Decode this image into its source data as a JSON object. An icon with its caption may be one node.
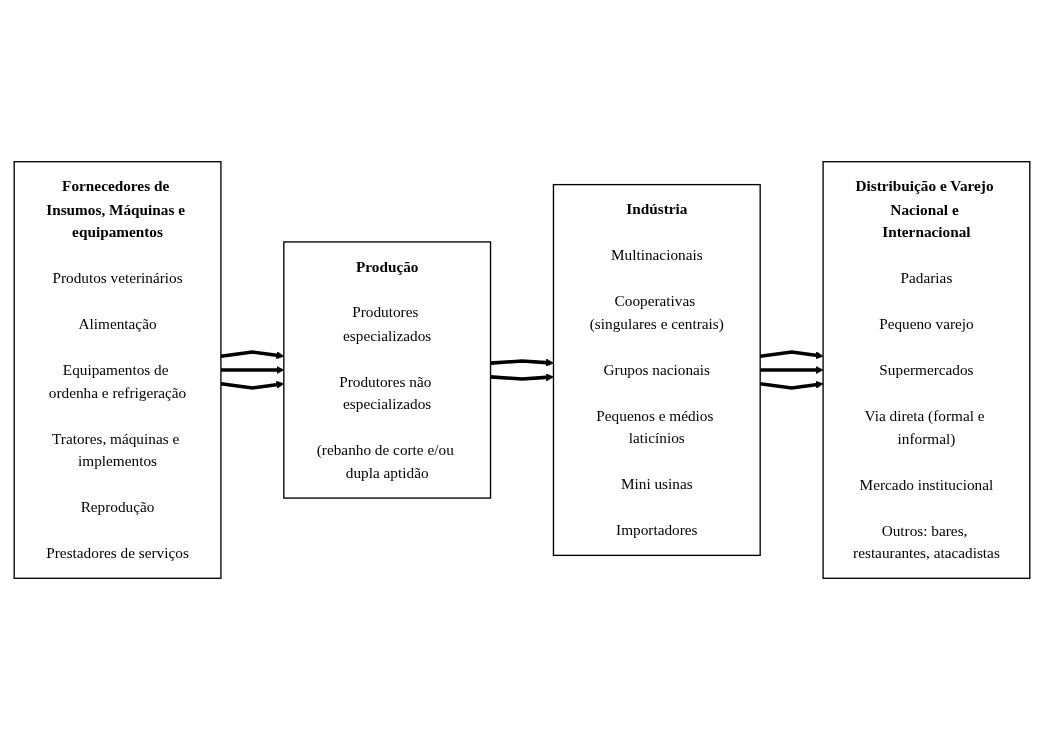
{
  "diagram": {
    "nodes": [
      {
        "text": [
          "Fornecedores de Insumos, Máquinas e equipamentos",
          "Produtos veterinários",
          "Alimentação",
          "Equipamentos de ordenha e refrigeração",
          "Tratores, máquinas e implementos",
          "Reprodução",
          "Prestadores de serviços"
        ]
      },
      {
        "text": [
          "Produção",
          "Produtores especializados",
          "Produtores não especializados",
          "(rebanho de corte e/ou dupla aptidão"
        ]
      },
      {
        "text": [
          "Indústria",
          "Multinacionais",
          "Cooperativas (singulares e centrais)",
          "Grupos nacionais",
          "Pequenos e médios laticínios",
          "Mini usinas",
          "Importadores"
        ]
      },
      {
        "text": [
          "Distribuição e Varejo Nacional e Internacional",
          "Padarias",
          "Pequeno varejo",
          "Supermercados",
          "Via direta (formal e informal)",
          "Mercado institucional",
          "Outros: bares, restaurantes, atacadistas"
        ]
      }
    ],
    "edges": [
      {
        "from": 0,
        "to": 1,
        "arrow": "to"
      },
      {
        "from": 0,
        "to": 1,
        "arrow": "to"
      },
      {
        "from": 0,
        "to": 1,
        "arrow": "to"
      },
      {
        "from": 1,
        "to": 2,
        "arrow": "to"
      },
      {
        "from": 1,
        "to": 2,
        "arrow": "to"
      },
      {
        "from": 2,
        "to": 3,
        "arrow": "to"
      },
      {
        "from": 2,
        "to": 3,
        "arrow": "to"
      },
      {
        "from": 2,
        "to": 3,
        "arrow": "to"
      }
    ]
  }
}
